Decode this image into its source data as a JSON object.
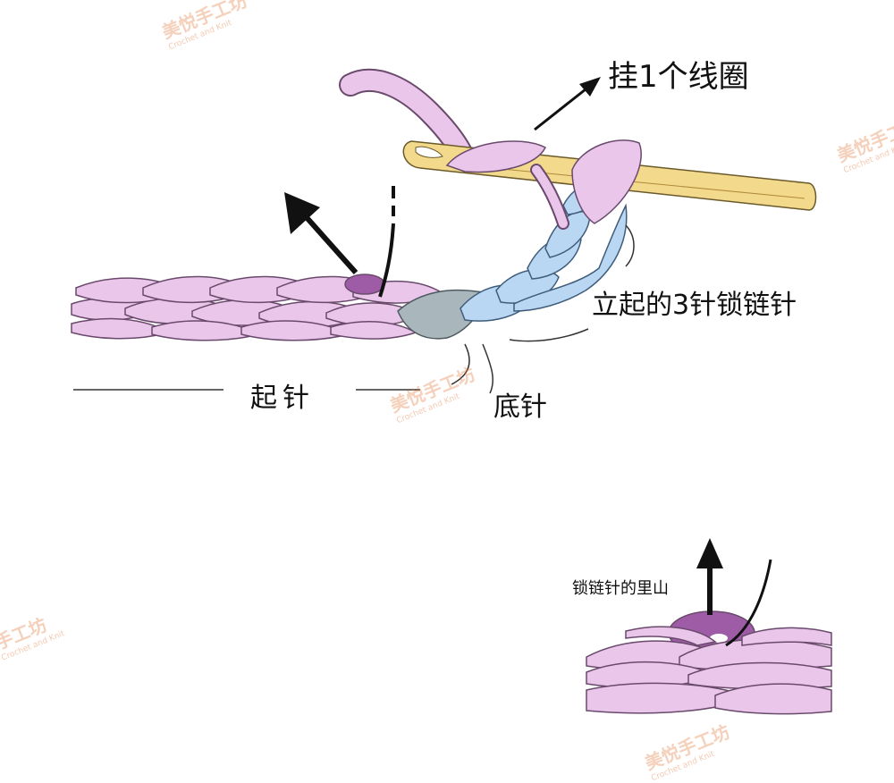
{
  "labels": {
    "yarn_over": "挂1个线圈",
    "turning_chain": "立起的3针锁链针",
    "foundation_chain": "起针",
    "base_stitch": "底针",
    "back_bump": "锁链针的里山"
  },
  "watermark": {
    "brand": "美悦手工坊",
    "brand_partial_left": "手工坊",
    "sub": "Crochet and Knit"
  },
  "colors": {
    "yarn_pink": "#e9c6ea",
    "yarn_outline": "#6a4a6c",
    "turning_blue": "#b9d6f2",
    "base_gray": "#a9b6bc",
    "back_bump_purple": "#9e5ca7",
    "hook_yellow": "#f3d98c",
    "text": "#111111"
  }
}
